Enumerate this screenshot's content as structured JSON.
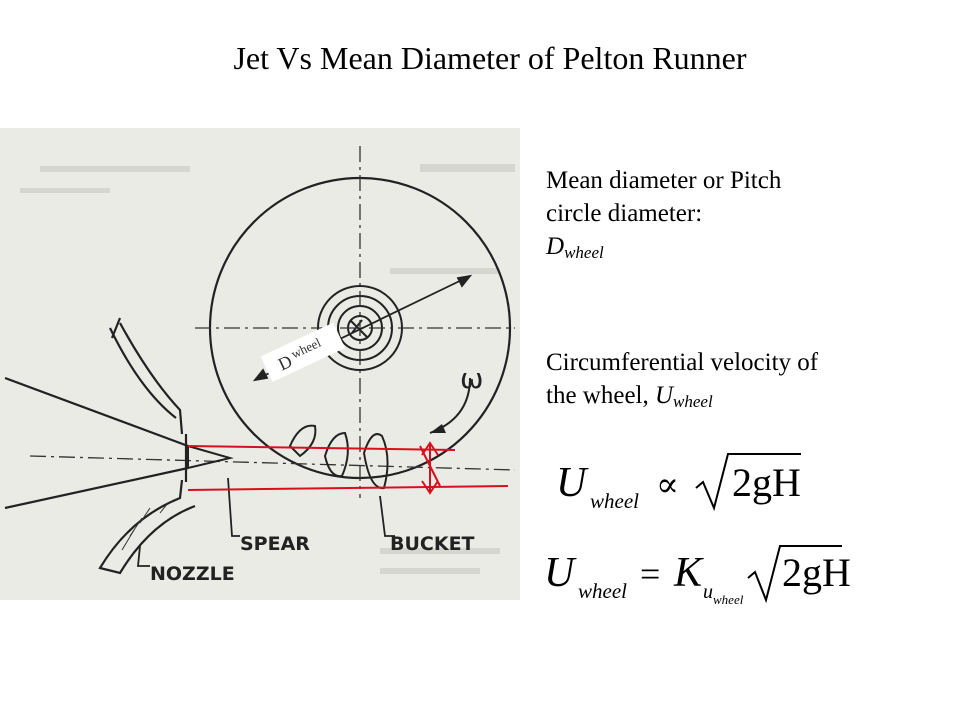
{
  "title": "Jet Vs Mean Diameter of Pelton Runner",
  "figure": {
    "dwheel_label_main": "D",
    "dwheel_label_sub": "wheel",
    "spear_label": "SPEAR",
    "bucket_label": "BUCKET",
    "nozzle_label": "NOZZLE",
    "omega_label": "ω"
  },
  "text": {
    "mean_line1": "Mean diameter  or Pitch",
    "mean_line2": "circle diameter:",
    "mean_symbol": "D",
    "mean_symbol_sub": "wheel",
    "circ_line1": "Circumferential  velocity of",
    "circ_line2_prefix": "the wheel, ",
    "circ_symbol": "U",
    "circ_symbol_sub": "wheel"
  },
  "equations": {
    "eq1": {
      "lhs": "U",
      "lhs_sub": "wheel",
      "op": "∝",
      "radicand": "2gH"
    },
    "eq2": {
      "lhs": "U",
      "lhs_sub": "wheel",
      "op": "=",
      "coef": "K",
      "coef_sub": "u",
      "coef_subsub": "wheel",
      "radicand": "2gH"
    }
  },
  "colors": {
    "annotation_red": "#d8101e",
    "scan_background": "#ebebe6",
    "label_box_fill": "#ffffff"
  }
}
